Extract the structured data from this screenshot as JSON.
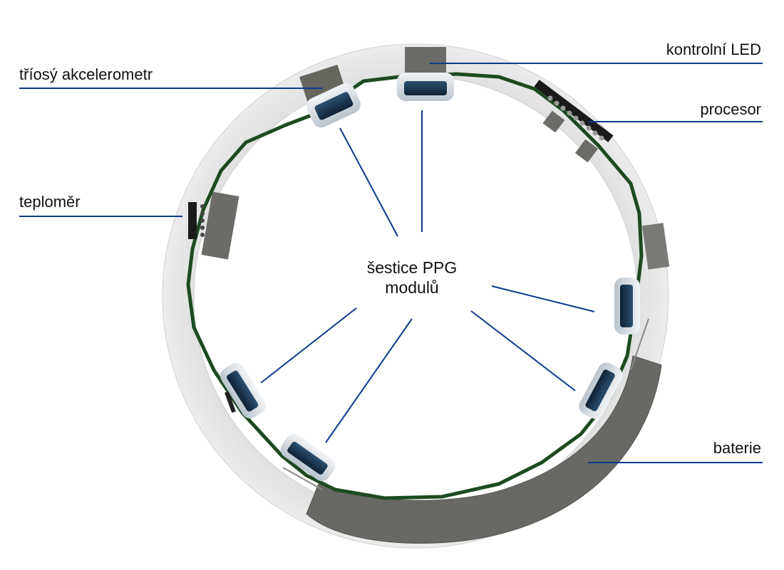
{
  "labels": {
    "accelerometer": "tříosý akcelerometr",
    "led": "kontrolní LED",
    "processor": "procesor",
    "thermometer": "teploměr",
    "battery": "baterie",
    "ppg_line1": "šestice PPG",
    "ppg_line2": "modulů"
  },
  "colors": {
    "leader_line": "#0c3a8c",
    "ring_fill": "#e3e3e3",
    "circuit": "#25562a",
    "component": "#6b6b67",
    "ppg_body": "#16324a"
  }
}
